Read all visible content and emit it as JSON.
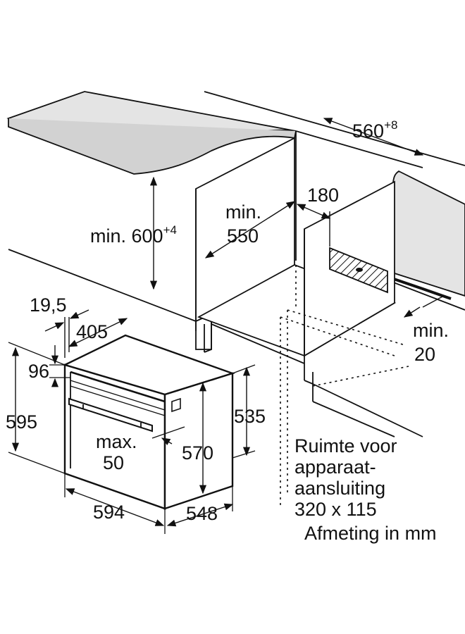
{
  "dimensions": {
    "niche_width": "560",
    "niche_width_tolerance": "+8",
    "cavity_height": "min. 600",
    "cavity_height_tolerance": "+4",
    "depth_min_line1": "min.",
    "depth_min_line2": "550",
    "back_gap": "180",
    "bottom_gap_line1": "min.",
    "bottom_gap_line2": "20",
    "panel_thickness": "19,5",
    "front_width_inner": "405",
    "panel_height": "96",
    "oven_total_height": "595",
    "oven_body_height": "535",
    "oven_niche_height": "570",
    "handle_gap_line1": "max.",
    "handle_gap_line2": "50",
    "oven_width": "594",
    "oven_depth": "548"
  },
  "notes": {
    "connection_line1": "Ruimte voor",
    "connection_line2": "apparaat-",
    "connection_line3": "aansluiting",
    "connection_line4": "320 x 115",
    "unit": "Afmeting in mm"
  }
}
